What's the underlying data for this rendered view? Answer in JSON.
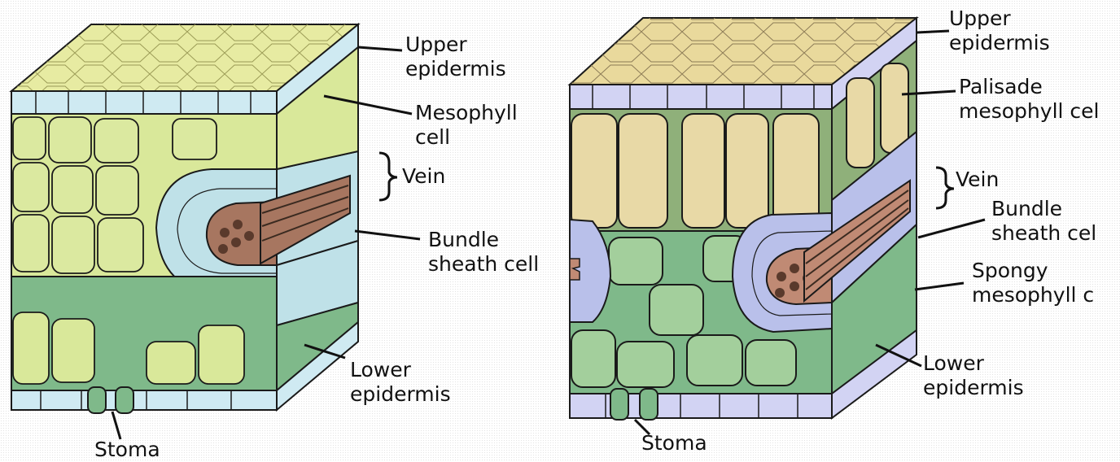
{
  "colors": {
    "upper_surface": "#e7eba2",
    "upper_surface_right": "#e9d99c",
    "epidermis": "#cfeaf2",
    "epidermis_right": "#d2d3f3",
    "mesophyll": "#d9e89a",
    "palisade_right": "#e8d9a6",
    "bundle_sheath": "#bfe1e8",
    "bundle_sheath_right": "#b9c0ea",
    "vascular": "#a77660",
    "spongy": "#7fb98a",
    "outline": "#1a1a1a"
  },
  "left_diagram": {
    "labels": {
      "upper_epidermis": [
        "Upper",
        "epidermis"
      ],
      "mesophyll_cell": [
        "Mesophyll",
        "cell"
      ],
      "vein": "Vein",
      "bundle_sheath_cell": [
        "Bundle",
        "sheath cell"
      ],
      "lower_epidermis": [
        "Lower",
        "epidermis"
      ],
      "stoma": "Stoma"
    }
  },
  "right_diagram": {
    "labels": {
      "upper_epidermis": [
        "Upper",
        "epidermis"
      ],
      "palisade_mesophyll": [
        "Palisade",
        "mesophyll cel"
      ],
      "vein": "Vein",
      "bundle_sheath_cell": [
        "Bundle",
        "sheath cel"
      ],
      "spongy_mesophyll": [
        "Spongy",
        "mesophyll c"
      ],
      "lower_epidermis": [
        "Lower",
        "epidermis"
      ],
      "stoma": "Stoma"
    }
  }
}
